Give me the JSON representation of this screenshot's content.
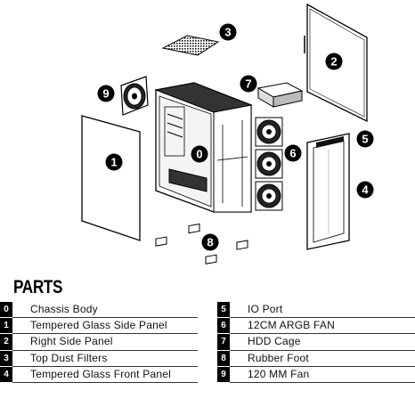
{
  "heading": "PARTS",
  "callouts": [
    "3",
    "2",
    "9",
    "7",
    "1",
    "0",
    "6",
    "5",
    "4",
    "8"
  ],
  "parts": [
    {
      "num": "0",
      "name": "Chassis Body"
    },
    {
      "num": "1",
      "name": "Tempered Glass Side Panel"
    },
    {
      "num": "2",
      "name": "Right Side Panel"
    },
    {
      "num": "3",
      "name": "Top Dust Filters"
    },
    {
      "num": "4",
      "name": "Tempered Glass Front Panel"
    },
    {
      "num": "5",
      "name": "IO Port"
    },
    {
      "num": "6",
      "name": "12CM ARGB FAN"
    },
    {
      "num": "7",
      "name": "HDD Cage"
    },
    {
      "num": "8",
      "name": "Rubber Foot"
    },
    {
      "num": "9",
      "name": "120 MM Fan"
    }
  ]
}
